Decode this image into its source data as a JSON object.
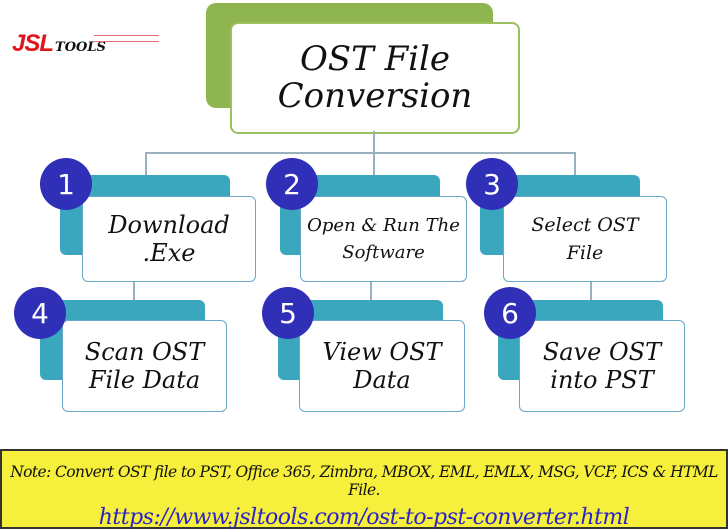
{
  "logo": {
    "brand": "JSL",
    "suffix": "TOOLS"
  },
  "title": "OST File Conversion",
  "steps": [
    {
      "num": "1",
      "label": "Download .Exe"
    },
    {
      "num": "2",
      "label": "Open & Run The Software"
    },
    {
      "num": "3",
      "label": "Select OST File"
    },
    {
      "num": "4",
      "label": "Scan OST File Data"
    },
    {
      "num": "5",
      "label": "View OST Data"
    },
    {
      "num": "6",
      "label": "Save OST into PST"
    }
  ],
  "note": {
    "text": "Note: Convert OST file to PST, Office 365, Zimbra, MBOX, EML, EMLX, MSG, VCF, ICS & HTML File.",
    "url": "https://www.jsltools.com/ost-to-pst-converter.html"
  },
  "colors": {
    "green": "#8fb551",
    "teal": "#3ba7bf",
    "circle": "#2f2fb8",
    "note_bg": "#f6ef3c",
    "url": "#2a23c8"
  }
}
